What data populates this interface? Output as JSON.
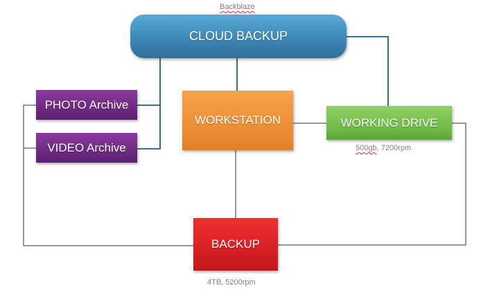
{
  "diagram": {
    "nodes": {
      "cloud_backup": {
        "label": "CLOUD BACKUP",
        "caption": "Backblaze"
      },
      "photo_archive": {
        "label": "PHOTO Archive"
      },
      "video_archive": {
        "label": "VIDEO Archive"
      },
      "workstation": {
        "label": "WORKSTATION"
      },
      "working_drive": {
        "label": "WORKING DRIVE",
        "caption": "500gb, 7200rpm",
        "caption_marked": "500gb",
        "caption_rest": ", 7200rpm"
      },
      "backup": {
        "label": "BACKUP",
        "caption": "4TB, 5200rpm"
      }
    },
    "connections": [
      {
        "from": "cloud_backup",
        "to": "photo_archive"
      },
      {
        "from": "cloud_backup",
        "to": "video_archive"
      },
      {
        "from": "cloud_backup",
        "to": "workstation"
      },
      {
        "from": "cloud_backup",
        "to": "working_drive"
      },
      {
        "from": "workstation",
        "to": "working_drive"
      },
      {
        "from": "workstation",
        "to": "backup"
      },
      {
        "from": "photo_archive",
        "to": "backup"
      },
      {
        "from": "video_archive",
        "to": "backup"
      },
      {
        "from": "working_drive",
        "to": "backup"
      }
    ],
    "colors": {
      "cloud": "#3f8bba",
      "archive": "#6e2a82",
      "workstation": "#ee8f35",
      "working_drive": "#74bd4a",
      "backup": "#d81f24",
      "cloud_connector": "#1f5f82",
      "connector": "#333333"
    }
  }
}
